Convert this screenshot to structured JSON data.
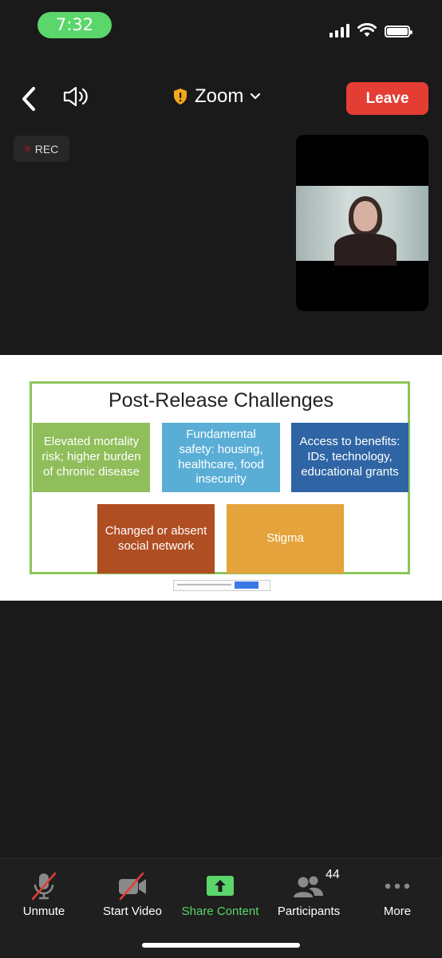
{
  "status_bar": {
    "time": "7:32"
  },
  "top_bar": {
    "title": "Zoom",
    "leave_label": "Leave"
  },
  "recording": {
    "label": "REC"
  },
  "slide": {
    "title": "Post-Release Challenges",
    "boxes": [
      {
        "text": "Elevated mortality\nrisk; higher burden\nof chronic disease",
        "color": "#8fbe5a"
      },
      {
        "text": "Fundamental\nsafety: housing,\nhealthcare, food\ninsecurity",
        "color": "#5aaed6"
      },
      {
        "text": "Access to benefits:\nIDs, technology,\neducational grants",
        "color": "#2f65a4"
      },
      {
        "text": "Changed or absent\nsocial network",
        "color": "#b04e23"
      },
      {
        "text": "Stigma",
        "color": "#e5a33b"
      }
    ]
  },
  "toolbar": {
    "unmute_label": "Unmute",
    "start_video_label": "Start Video",
    "share_content_label": "Share Content",
    "participants_label": "Participants",
    "participants_count": "44",
    "more_label": "More"
  },
  "colors": {
    "leave": "#e33d34",
    "share_green": "#5bd66a",
    "slide_border": "#8cc55a"
  }
}
